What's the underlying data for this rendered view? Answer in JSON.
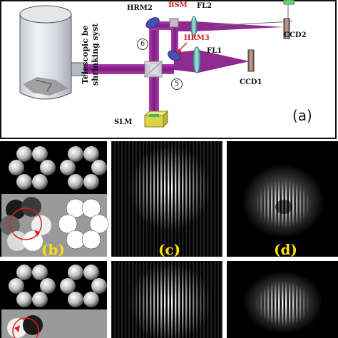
{
  "setup": {
    "telescope_label_line1": "Telescopic be",
    "telescope_label_line2": "shrinking syst",
    "hrm2": "HRM2",
    "bsm": "BSM",
    "fl2": "FL2",
    "hrm3": "HRM3",
    "fl1": "FL1",
    "ccd2": "CCD2",
    "ccd1": "CCD1",
    "slm": "SLM",
    "marker_6": "6",
    "marker_5": "5",
    "panel_label": "(a)"
  },
  "panels": {
    "b": "(b)",
    "c": "(c)",
    "d": "(d)"
  },
  "colors": {
    "beam": "#8a1f8a",
    "label_red": "#d9201f",
    "panel_letter": "#ffe000",
    "mask_gray": "#9a9a9a"
  }
}
